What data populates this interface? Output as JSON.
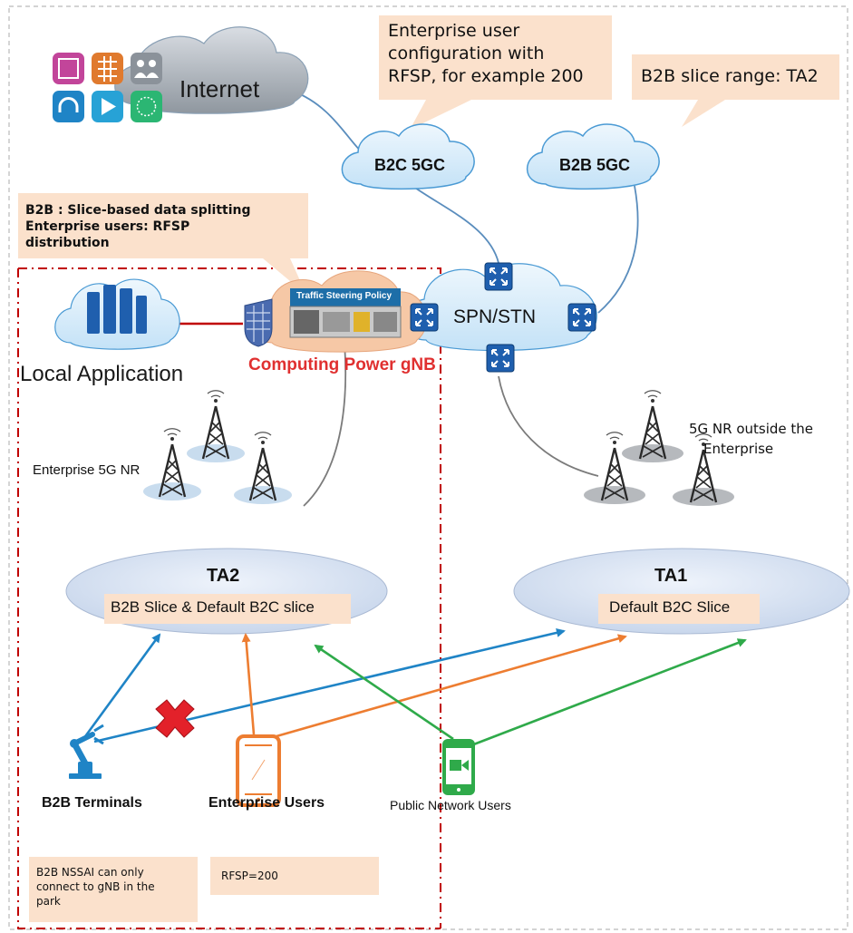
{
  "callouts": {
    "enterprise_config": [
      "Enterprise user",
      "configuration with",
      "RFSP, for example 200"
    ],
    "b2b_range": "B2B slice range: TA2",
    "b2b_split": [
      "B2B : Slice-based data splitting",
      "Enterprise users: RFSP",
      "distribution"
    ],
    "nssai_note": [
      "B2B NSSAI can only",
      "connect to gNB in the",
      "park"
    ],
    "rfsp_note": "RFSP=200"
  },
  "clouds": {
    "internet": "Internet",
    "b2c_core": "B2C 5GC",
    "b2b_core": "B2B 5GC",
    "transport": "SPN/STN"
  },
  "labels": {
    "local_app": "Local Application",
    "gnb": "Computing Power gNB",
    "policy_banner": "Traffic Steering Policy",
    "ent_nr": "Enterprise 5G NR",
    "outside_nr": [
      "5G NR outside the",
      "Enterprise"
    ]
  },
  "areas": {
    "ta2": {
      "title": "TA2",
      "slice": "B2B Slice & Default B2C slice"
    },
    "ta1": {
      "title": "TA1",
      "slice": "Default B2C Slice"
    }
  },
  "terminals": {
    "b2b": "B2B Terminals",
    "enterprise": "Enterprise Users",
    "public": "Public Network Users"
  },
  "colors": {
    "callout_fill": "#fbe1cc",
    "cloud_fill": "#d6ecfa",
    "cloud_stroke": "#4a9ad4",
    "ellipse_fill": "#dbe5f3",
    "blue_arrow": "#1f84c6",
    "orange_arrow": "#ed7d31",
    "green_arrow": "#2faa4a",
    "red_dash": "#c00000",
    "gnb_text": "#e03030"
  },
  "icons": [
    "film-icon",
    "grid-app-icon",
    "users-icon",
    "headphones-icon",
    "play-icon",
    "globe-icon",
    "firewall-icon",
    "router-icon",
    "tower-icon",
    "robot-arm-icon",
    "phone-icon",
    "video-phone-icon",
    "blocked-x-icon"
  ]
}
